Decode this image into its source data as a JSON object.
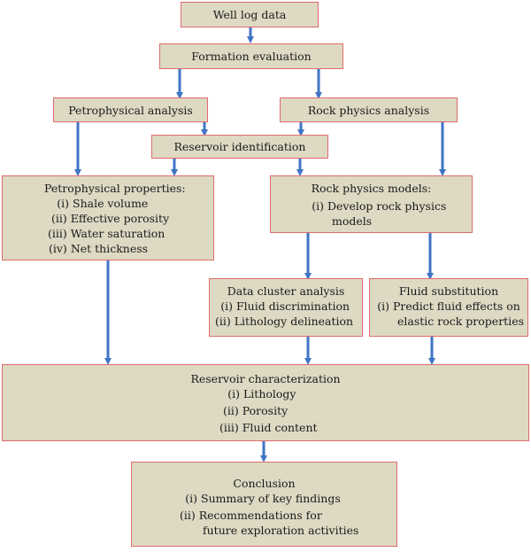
{
  "colors": {
    "box_fill": "#ddd9c3",
    "box_border": "#e06c6c",
    "arrow": "#3f75c4"
  },
  "nodes": {
    "well_log": "Well log data",
    "formation": "Formation evaluation",
    "petrophysical_analysis": "Petrophysical analysis",
    "rock_physics_analysis": "Rock physics analysis",
    "reservoir_id": "Reservoir identification",
    "petro_props": {
      "title": "Petrophysical properties:",
      "items": [
        {
          "marker": "(i)",
          "text": "Shale volume"
        },
        {
          "marker": "(ii)",
          "text": "Effective porosity"
        },
        {
          "marker": "(iii)",
          "text": "Water saturation"
        },
        {
          "marker": "(iv)",
          "text": "Net thickness"
        }
      ]
    },
    "rock_models": {
      "title": "Rock physics models:",
      "items": [
        {
          "marker": "(i)",
          "text": "Develop rock physics",
          "cont": "models"
        }
      ]
    },
    "cluster": {
      "title": "Data cluster analysis",
      "items": [
        {
          "marker": "(i)",
          "text": "Fluid discrimination"
        },
        {
          "marker": "(ii)",
          "text": "Lithology delineation"
        }
      ]
    },
    "fluid_sub": {
      "title": "Fluid substitution",
      "items": [
        {
          "marker": "(i)",
          "text": "Predict fluid effects on",
          "cont": "elastic rock properties"
        }
      ]
    },
    "reservoir_char": {
      "title": "Reservoir characterization",
      "items": [
        {
          "marker": "(i)",
          "text": "Lithology"
        },
        {
          "marker": "(ii)",
          "text": "Porosity"
        },
        {
          "marker": "(iii)",
          "text": "Fluid content"
        }
      ]
    },
    "conclusion": {
      "title": "Conclusion",
      "items": [
        {
          "marker": "(i)",
          "text": "Summary of key findings"
        },
        {
          "marker": "(ii)",
          "text": "Recommendations for",
          "cont": "future exploration activities"
        }
      ]
    }
  }
}
